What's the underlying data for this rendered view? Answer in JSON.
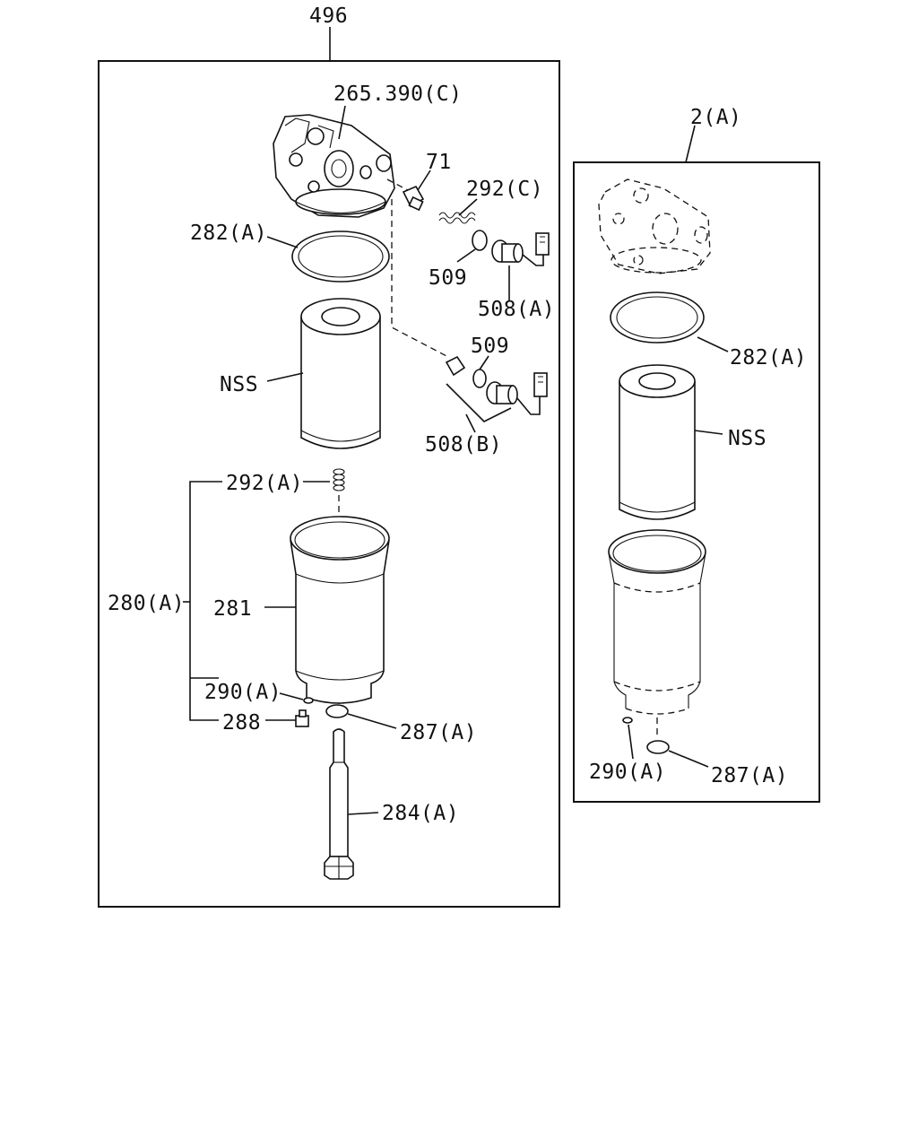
{
  "diagram": {
    "main_assembly": {
      "ref": "496",
      "labels": {
        "head": "265.390(C)",
        "fitting": "71",
        "spring_c": "292(C)",
        "washer_top": "509",
        "sensor_a": "508(A)",
        "gasket": "282(A)",
        "element": "NSS",
        "washer_bottom": "509",
        "sensor_b": "508(B)",
        "spring_a": "292(A)",
        "bowl_assy": "280(A)",
        "bowl": "281",
        "oring": "290(A)",
        "plug": "288",
        "seal": "287(A)",
        "bolt": "284(A)"
      }
    },
    "alternate_assembly": {
      "ref": "2(A)",
      "labels": {
        "gasket": "282(A)",
        "element": "NSS",
        "oring": "290(A)",
        "seal": "287(A)"
      }
    }
  }
}
